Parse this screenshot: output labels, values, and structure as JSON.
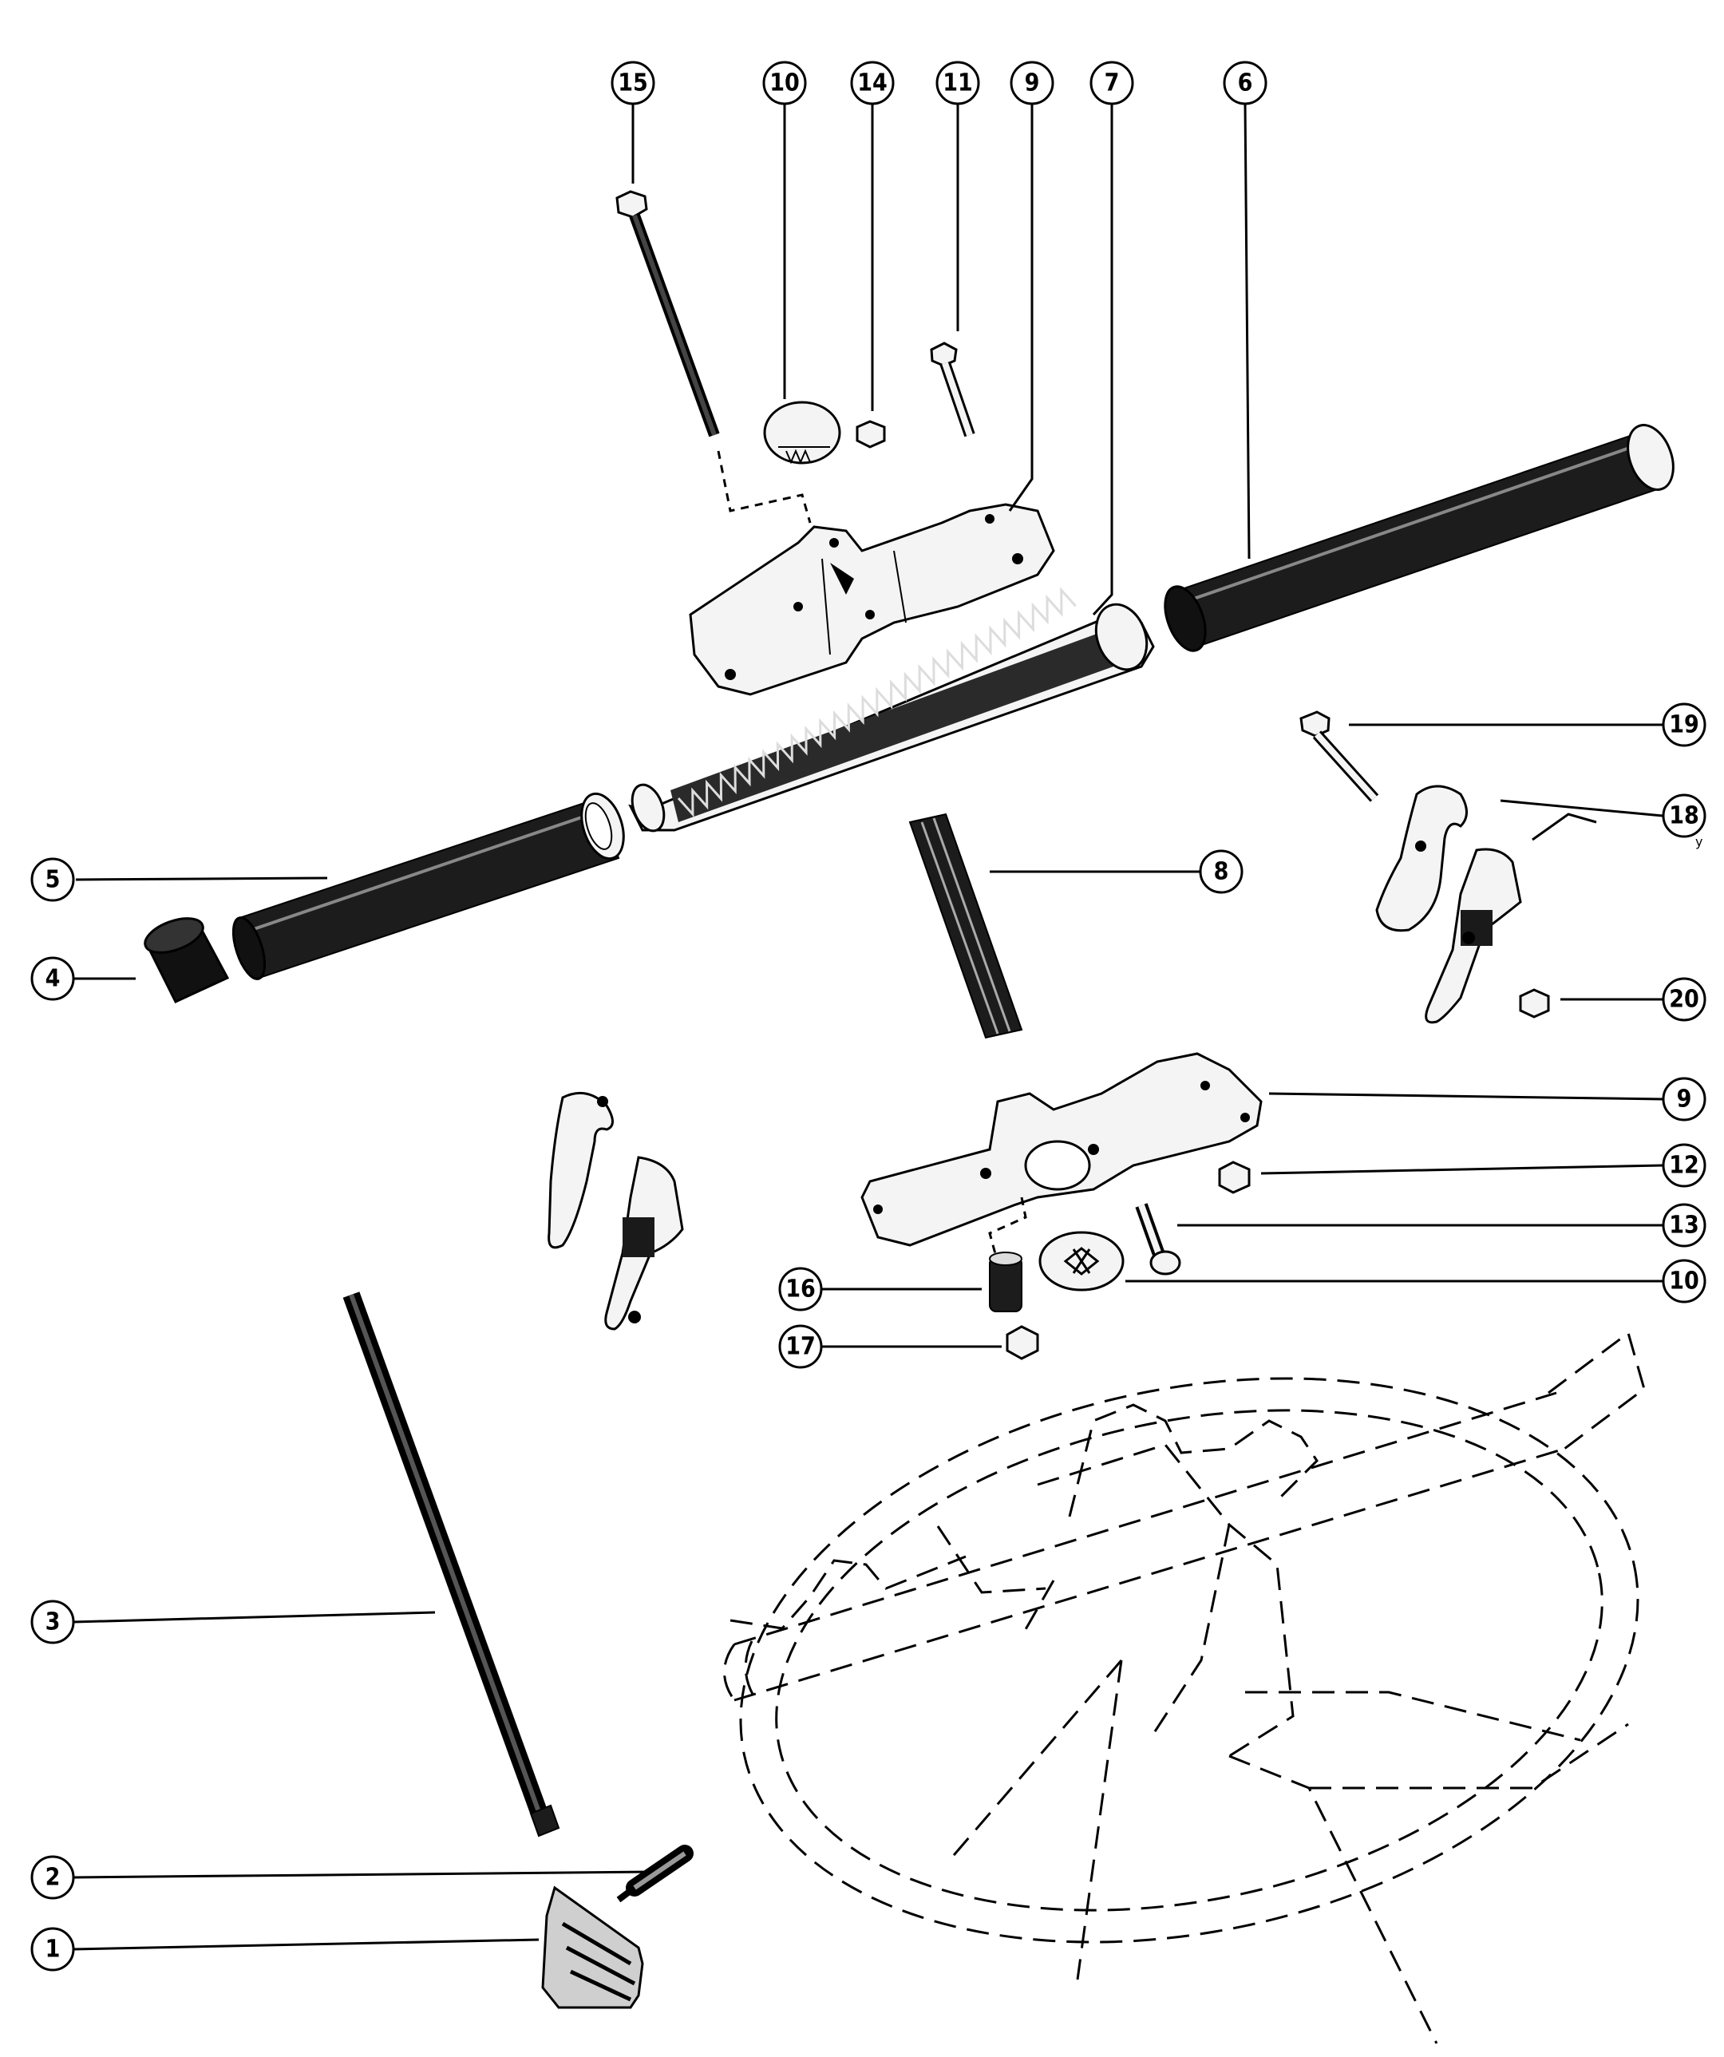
{
  "callouts": {
    "c15": "15",
    "c10a": "10",
    "c14": "14",
    "c11": "11",
    "c9a": "9",
    "c7": "7",
    "c6": "6",
    "c19": "19",
    "c18": "18",
    "c18note": "y",
    "c5": "5",
    "c8": "8",
    "c4": "4",
    "c20": "20",
    "c9b": "9",
    "c12": "12",
    "c13": "13",
    "c16": "16",
    "c10b": "10",
    "c17": "17",
    "c3": "3",
    "c2": "2",
    "c1": "1"
  },
  "colors": {
    "ink": "#000000",
    "dark_part": "#1c1c1c",
    "light_part": "#f4f4f4",
    "paper": "#ffffff"
  },
  "parts": [
    "bolt-long",
    "cover",
    "nut-small",
    "bolt-short",
    "housing-upper",
    "rack-gear",
    "tube-right",
    "bolt-clamp",
    "clamp-pair-right",
    "tube-left",
    "pinion-shaft",
    "end-cap",
    "nut-clamp",
    "housing-lower",
    "nut-lower",
    "screw-lower",
    "bushing",
    "nut-bushing",
    "cover-lower",
    "clamp-pair-left",
    "rod",
    "grease-fitting",
    "decal",
    "steering-wheel-outline"
  ]
}
